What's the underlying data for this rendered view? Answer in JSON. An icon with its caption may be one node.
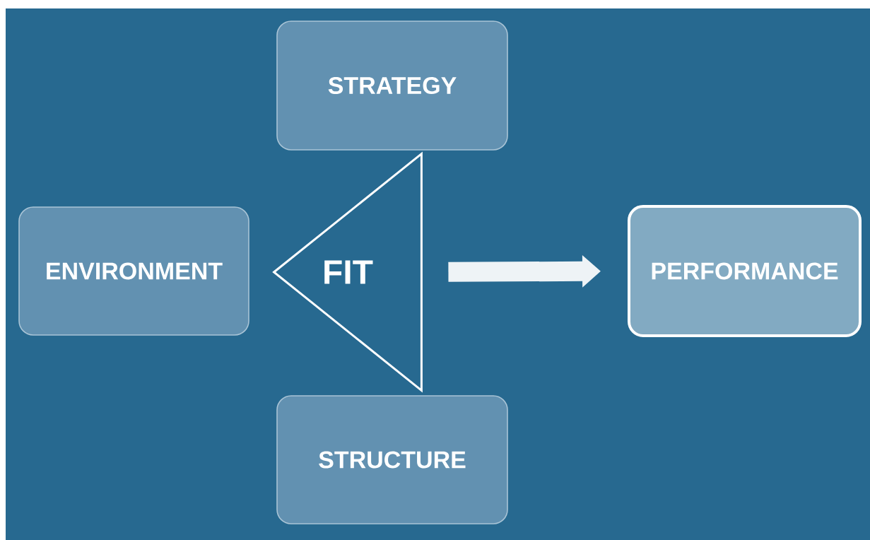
{
  "diagram": {
    "nodes": [
      {
        "text": [
          "STRATEGY"
        ]
      },
      {
        "text": [
          "ENVIRONMENT"
        ]
      },
      {
        "text": [
          "FIT"
        ]
      },
      {
        "text": [
          "PERFORMANCE"
        ]
      },
      {
        "text": [
          "STRUCTURE"
        ]
      }
    ],
    "edges": [
      {
        "from": 2,
        "to": 3,
        "arrow": "to"
      }
    ]
  }
}
